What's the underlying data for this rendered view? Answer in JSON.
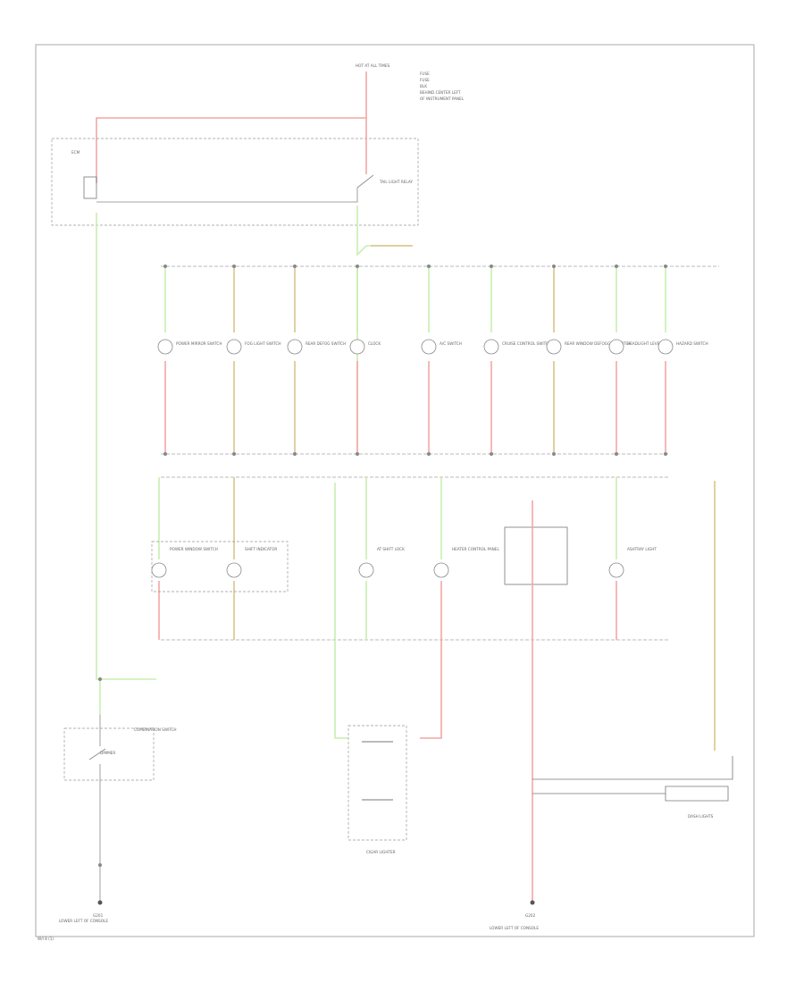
{
  "colors": {
    "red": "#f4a6a6",
    "green": "#c8eeb0",
    "tan": "#d9c48a",
    "frame": "#999999"
  },
  "labels": {
    "hot_all_times": "HOT AT ALL TIMES",
    "fuse_note_top": "FUSE",
    "fuse_note_top2": "FUSE",
    "fuse_note_top3": "BLK",
    "fuse_note_top4": "BEHIND CENTER LEFT",
    "fuse_note_top5": "OF INSTRUMENT PANEL",
    "relay_box_label": "TAIL LIGHT RELAY",
    "ecm_label": "ECM",
    "combination_switch": "COMBINATION SWITCH",
    "dimmer": "DIMMER",
    "ground_left": "G201",
    "ground_left_caption": "LOWER LEFT OF CONSOLE",
    "ground_right": "G202",
    "ground_right_caption": "LOWER LEFT OF CONSOLE",
    "rheostat_caption": "DASH LIGHTS",
    "cigar_caption": "CIGAR LIGHTER",
    "footer": "W/I 8 (1)"
  },
  "lamps_row1": [
    {
      "name": "POWER MIRROR SWITCH"
    },
    {
      "name": "FOG LIGHT SWITCH"
    },
    {
      "name": "REAR DEFOG SWITCH"
    },
    {
      "name": "CLOCK"
    },
    {
      "name": "A/C SWITCH"
    },
    {
      "name": "CRUISE CONTROL SWITCH"
    },
    {
      "name": "REAR WINDOW DEFOGGER SWITCH"
    },
    {
      "name": "HEADLIGHT LEVEL"
    },
    {
      "name": "HAZARD SWITCH"
    }
  ],
  "lamps_row2": [
    {
      "name": "POWER WINDOW SWITCH"
    },
    {
      "name": "SHIFT INDICATOR"
    },
    {
      "name": "AT SHIFT LOCK"
    },
    {
      "name": "HEATER CONTROL PANEL"
    },
    {
      "name": "ASHTRAY LIGHT"
    }
  ]
}
